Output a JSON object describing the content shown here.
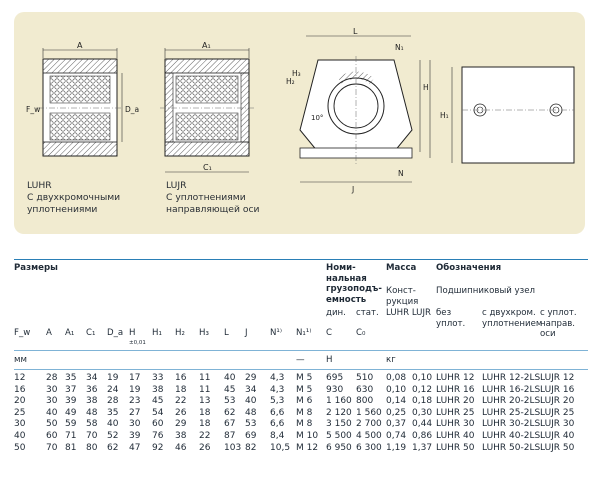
{
  "drawing": {
    "dims": {
      "A": "A",
      "A1": "A₁",
      "C1": "C₁",
      "Fw": "F_w",
      "Da": "D_a",
      "L": "L",
      "N1": "N₁",
      "H2": "H₂",
      "H": "H",
      "H1": "H₁",
      "H3": "H₃",
      "N": "N",
      "J": "J",
      "tenx": "10°"
    },
    "captions": [
      {
        "lines": [
          "LUHR",
          "С двухкромочными",
          "уплотнениями"
        ]
      },
      {
        "lines": [
          "LUJR",
          "С уплотнениями",
          "направляющей оси"
        ]
      }
    ]
  },
  "table": {
    "group_headers": {
      "sizes": "Размеры",
      "load": [
        "Номи-",
        "нальная",
        "грузоподъ-",
        "емность"
      ],
      "mass": "Масса",
      "desig": "Обозначения"
    },
    "sub_headers": {
      "dyn": "дин.",
      "stat": "стат.",
      "constr": [
        "Конст-",
        "рукция"
      ],
      "mass_cols": "LUHR LUJR",
      "unit_label": "Подшипниковый узел",
      "no_seal": [
        "без",
        "уплот."
      ],
      "two_lip": [
        "с двухкром.",
        "уплотнением"
      ],
      "shaft_seal": [
        "с уплот.",
        "направ.",
        "оси"
      ]
    },
    "columns": [
      "F_w",
      "A",
      "A₁",
      "C₁",
      "D_a",
      "H",
      "H₁",
      "H₂",
      "H₃",
      "L",
      "J",
      "N¹⁾",
      "N₁¹⁾",
      "C",
      "C₀",
      "",
      "",
      "",
      "",
      ""
    ],
    "h_tol": "±0,01",
    "units": {
      "mm": "мм",
      "dash": "—",
      "newton": "Н",
      "kg": "кг"
    },
    "rows": [
      [
        "12",
        "28",
        "35",
        "34",
        "19",
        "17",
        "33",
        "16",
        "11",
        "40",
        "29",
        "4,3",
        "M 5",
        "695",
        "510",
        "0,08",
        "0,10",
        "LUHR 12",
        "LUHR 12-2LS",
        "LUJR 12"
      ],
      [
        "16",
        "30",
        "37",
        "36",
        "24",
        "19",
        "38",
        "18",
        "11",
        "45",
        "34",
        "4,3",
        "M 5",
        "930",
        "630",
        "0,10",
        "0,12",
        "LUHR 16",
        "LUHR 16-2LS",
        "LUJR 16"
      ],
      [
        "20",
        "30",
        "39",
        "38",
        "28",
        "23",
        "45",
        "22",
        "13",
        "53",
        "40",
        "5,3",
        "M 6",
        "1 160",
        "800",
        "0,14",
        "0,18",
        "LUHR 20",
        "LUHR 20-2LS",
        "LUJR 20"
      ],
      [
        "25",
        "40",
        "49",
        "48",
        "35",
        "27",
        "54",
        "26",
        "18",
        "62",
        "48",
        "6,6",
        "M 8",
        "2 120",
        "1 560",
        "0,25",
        "0,30",
        "LUHR 25",
        "LUHR 25-2LS",
        "LUJR 25"
      ],
      [
        "30",
        "50",
        "59",
        "58",
        "40",
        "30",
        "60",
        "29",
        "18",
        "67",
        "53",
        "6,6",
        "M 8",
        "3 150",
        "2 700",
        "0,37",
        "0,44",
        "LUHR 30",
        "LUHR 30-2LS",
        "LUJR 30"
      ],
      [
        "40",
        "60",
        "71",
        "70",
        "52",
        "39",
        "76",
        "38",
        "22",
        "87",
        "69",
        "8,4",
        "M 10",
        "5 500",
        "4 500",
        "0,74",
        "0,86",
        "LUHR 40",
        "LUHR 40-2LS",
        "LUJR 40"
      ],
      [
        "50",
        "70",
        "81",
        "80",
        "62",
        "47",
        "92",
        "46",
        "26",
        "103",
        "82",
        "10,5",
        "M 12",
        "6 950",
        "6 300",
        "1,19",
        "1,37",
        "LUHR 50",
        "LUHR 50-2LS",
        "LUJR 50"
      ]
    ]
  }
}
